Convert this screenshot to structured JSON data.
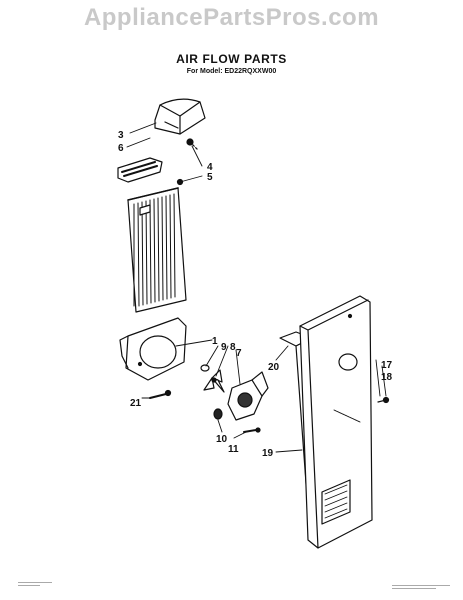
{
  "watermark": "AppliancePartsPros.com",
  "title": "AIR FLOW PARTS",
  "subtitle": "For Model: ED22RQXXW00",
  "callouts": {
    "c1": "1",
    "c3": "3",
    "c4": "4",
    "c5": "5",
    "c6": "6",
    "c7": "7",
    "c8": "8",
    "c9": "9",
    "c10": "10",
    "c11": "11",
    "c17": "17",
    "c18": "18",
    "c19": "19",
    "c20": "20",
    "c21": "21"
  }
}
